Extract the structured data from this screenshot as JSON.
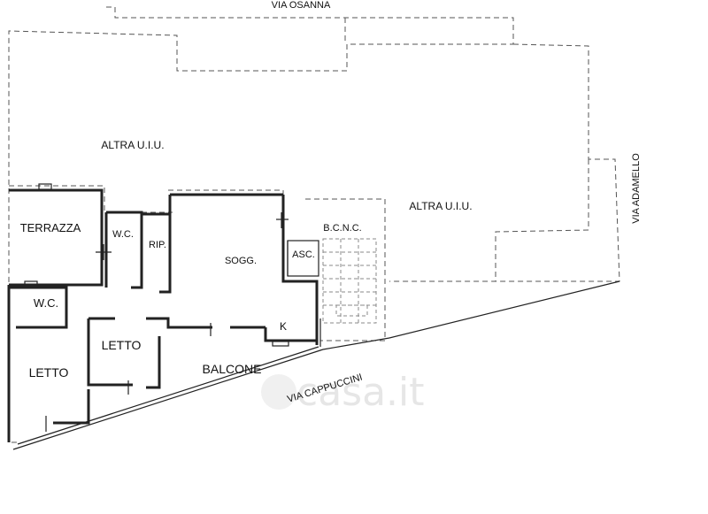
{
  "streets": {
    "north": "VIA OSANNA",
    "east": "VIA ADAMELLO",
    "south": "VIA CAPPUCCINI"
  },
  "neighbors": {
    "west_upper": "ALTRA U.I.U.",
    "east": "ALTRA U.I.U."
  },
  "rooms": {
    "terrazza": "TERRAZZA",
    "wc_upper": "W.C.",
    "ripostiglio": "RIP.",
    "soggiorno": "SOGG.",
    "bcnc": "B.C.N.C.",
    "ascensore": "ASC.",
    "wc_lower": "W.C.",
    "letto_left": "LETTO",
    "letto_center": "LETTO",
    "balcone": "BALCONE",
    "kitchen": "K"
  },
  "watermark": "casa.it"
}
